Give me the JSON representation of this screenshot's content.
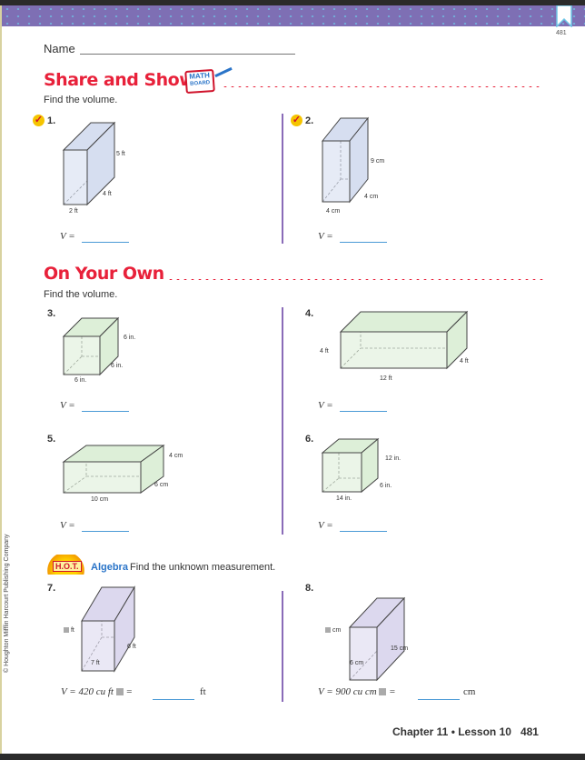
{
  "page_number_small": "481",
  "name_label": "Name",
  "share_show": {
    "title": "Share and Show",
    "badge_line1": "MATH",
    "badge_line2": "BOARD",
    "instruction": "Find the volume."
  },
  "problems_share": [
    {
      "number": "1.",
      "labels": [
        "5 ft",
        "4 ft",
        "2 ft"
      ],
      "answer": "V ="
    },
    {
      "number": "2.",
      "labels": [
        "9 cm",
        "4 cm",
        "4 cm"
      ],
      "answer": "V ="
    }
  ],
  "on_your_own": {
    "title": "On Your Own",
    "instruction": "Find the volume."
  },
  "problems_own": [
    {
      "number": "3.",
      "labels": [
        "6 in.",
        "6 in.",
        "6 in."
      ],
      "answer": "V ="
    },
    {
      "number": "4.",
      "labels": [
        "4 ft",
        "4 ft",
        "12 ft"
      ],
      "answer": "V ="
    },
    {
      "number": "5.",
      "labels": [
        "4 cm",
        "6 cm",
        "10 cm"
      ],
      "answer": "V ="
    },
    {
      "number": "6.",
      "labels": [
        "12 in.",
        "6 in.",
        "14 in."
      ],
      "answer": "V ="
    }
  ],
  "hot": {
    "badge": "H.O.T.",
    "algebra": "Algebra",
    "instruction": "Find the unknown measurement."
  },
  "problems_hot": [
    {
      "number": "7.",
      "labels": [
        "ft",
        "6 ft",
        "7 ft"
      ],
      "answer_prefix": "V = 420 cu ft",
      "equals": "=",
      "unit": "ft"
    },
    {
      "number": "8.",
      "labels": [
        "cm",
        "15 cm",
        "6 cm"
      ],
      "answer_prefix": "V = 900 cu cm",
      "equals": "=",
      "unit": "cm"
    }
  ],
  "copyright": "© Houghton Mifflin Harcourt Publishing Company",
  "footer": {
    "chapter": "Chapter 11 • Lesson 10",
    "page": "481"
  },
  "colors": {
    "blue_prism": "#d6def0",
    "green_prism": "#ddefd8",
    "purple_prism": "#dcd8ee",
    "heading": "#e8213a",
    "divider": "#8a6bb8"
  }
}
